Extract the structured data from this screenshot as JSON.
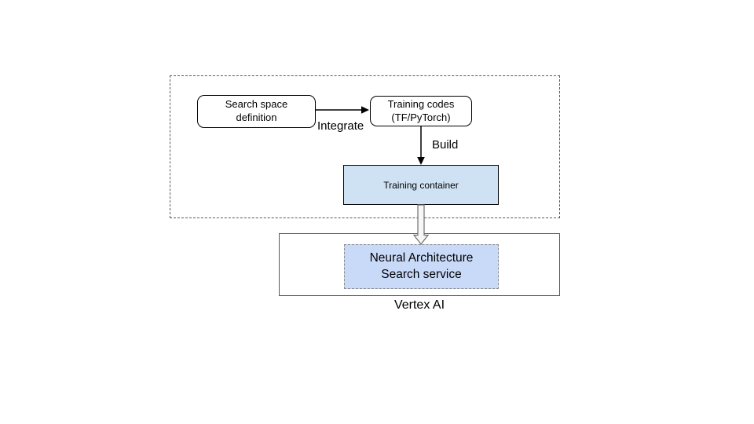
{
  "diagram": {
    "nodes": {
      "search_space": {
        "label": "Search space\ndefinition"
      },
      "training_codes": {
        "label": "Training codes\n(TF/PyTorch)"
      },
      "training_container": {
        "label": "Training container"
      },
      "nas_service": {
        "label": "Neural Architecture\nSearch service"
      }
    },
    "edges": {
      "integrate": {
        "label": "Integrate"
      },
      "build": {
        "label": "Build"
      }
    },
    "platform_label": "Vertex AI",
    "colors": {
      "node_border": "#000000",
      "dashed_region_border": "#595959",
      "vertex_box_border": "#595959",
      "training_container_fill": "#cfe2f3",
      "nas_service_fill": "#c9daf8",
      "nas_service_border": "#8e8e8e",
      "arrow": "#000000",
      "hollow_arrow_stroke": "#6e6e6e",
      "hollow_arrow_fill": "#f7f7f7"
    }
  }
}
